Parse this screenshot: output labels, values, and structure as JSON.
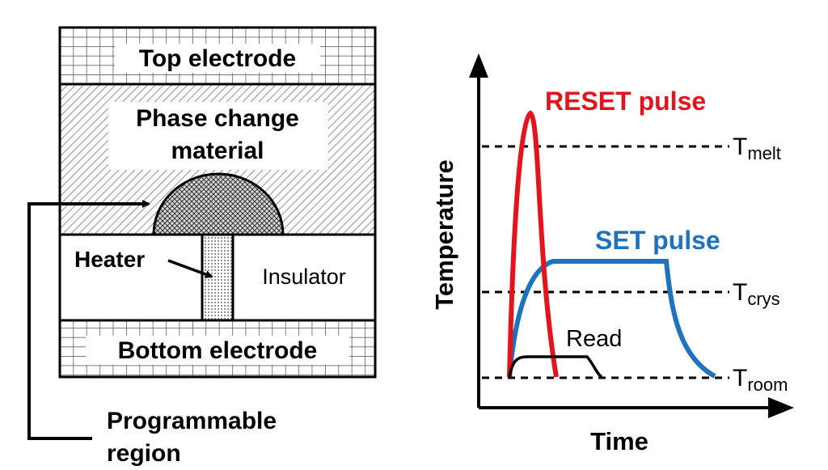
{
  "device": {
    "top_electrode": "Top electrode",
    "phase_change_line1": "Phase change",
    "phase_change_line2": "material",
    "heater": "Heater",
    "insulator": "Insulator",
    "bottom_electrode": "Bottom electrode",
    "programmable_line1": "Programmable",
    "programmable_line2": "region"
  },
  "graph": {
    "y_axis_label": "Temperature",
    "x_axis_label": "Time",
    "reset_label": "RESET pulse",
    "set_label": "SET pulse",
    "read_label": "Read",
    "thresholds": [
      {
        "base": "T",
        "sub": "melt"
      },
      {
        "base": "T",
        "sub": "crys"
      },
      {
        "base": "T",
        "sub": "room"
      }
    ],
    "colors": {
      "reset": "#e3141b",
      "set": "#1f72bd",
      "read": "#000000"
    }
  }
}
